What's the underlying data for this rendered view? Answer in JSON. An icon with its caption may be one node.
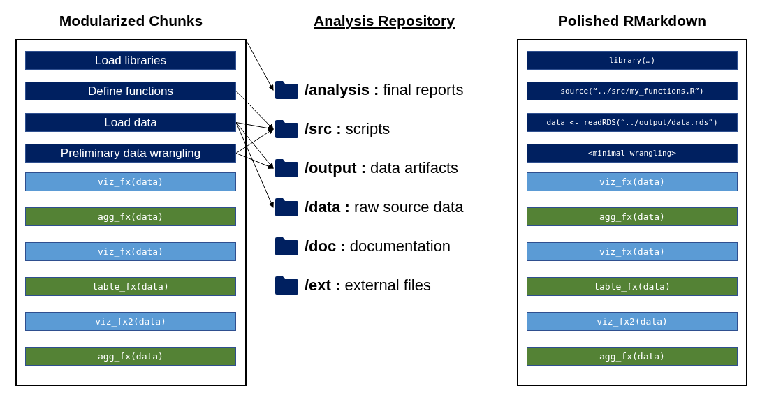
{
  "diagram": {
    "nodes": [
      {
        "text": [
          "Modularized Chunks"
        ]
      },
      {
        "text": [
          "Load libraries"
        ],
        "in": 0
      },
      {
        "text": [
          "Define functions"
        ],
        "in": 0
      },
      {
        "text": [
          "Load data"
        ],
        "in": 0
      },
      {
        "text": [
          "Preliminary data wrangling"
        ],
        "in": 0
      },
      {
        "text": [
          "viz_fx(data)"
        ],
        "in": 0
      },
      {
        "text": [
          "agg_fx(data)"
        ],
        "in": 0
      },
      {
        "text": [
          "viz_fx(data)"
        ],
        "in": 0
      },
      {
        "text": [
          "table_fx(data)"
        ],
        "in": 0
      },
      {
        "text": [
          "viz_fx2(data)"
        ],
        "in": 0
      },
      {
        "text": [
          "agg_fx(data)"
        ],
        "in": 0
      },
      {
        "text": [
          "**/analysis :** final reports"
        ]
      },
      {
        "text": [
          "**/src :** scripts"
        ]
      },
      {
        "text": [
          "**/output :** data artifacts"
        ]
      },
      {
        "text": [
          "**/data :** raw source data"
        ]
      },
      {
        "text": [
          "**/doc :** documentation"
        ]
      },
      {
        "text": [
          "**/ext :** external files"
        ]
      },
      {
        "text": [
          "Polished RMarkdown"
        ]
      },
      {
        "text": [
          "library(…)"
        ],
        "in": 17
      },
      {
        "text": [
          "source(“../src/my_functions.R”)"
        ],
        "in": 17
      },
      {
        "text": [
          "data <- readRDS(“../output/data.rds”)"
        ],
        "in": 17
      },
      {
        "text": [
          "<minimal wrangling>"
        ],
        "in": 17
      },
      {
        "text": [
          "viz_fx(data)"
        ],
        "in": 17
      },
      {
        "text": [
          "agg_fx(data)"
        ],
        "in": 17
      },
      {
        "text": [
          "viz_fx(data)"
        ],
        "in": 17
      },
      {
        "text": [
          "table_fx(data)"
        ],
        "in": 17
      },
      {
        "text": [
          "viz_fx2(data)"
        ],
        "in": 17
      },
      {
        "text": [
          "agg_fx(data)"
        ],
        "in": 17
      }
    ],
    "edges": [
      {
        "from": 0,
        "to": 11,
        "arrow": "to"
      },
      {
        "from": 2,
        "to": 12,
        "arrow": "to"
      },
      {
        "from": 3,
        "to": 12,
        "arrow": "to"
      },
      {
        "from": 3,
        "to": 13,
        "arrow": "to"
      },
      {
        "from": 3,
        "to": 14,
        "arrow": "to"
      },
      {
        "from": 4,
        "to": 12,
        "arrow": "to"
      },
      {
        "from": 4,
        "to": 13,
        "arrow": "to"
      }
    ],
    "labels": [
      "Analysis Repository"
    ]
  }
}
